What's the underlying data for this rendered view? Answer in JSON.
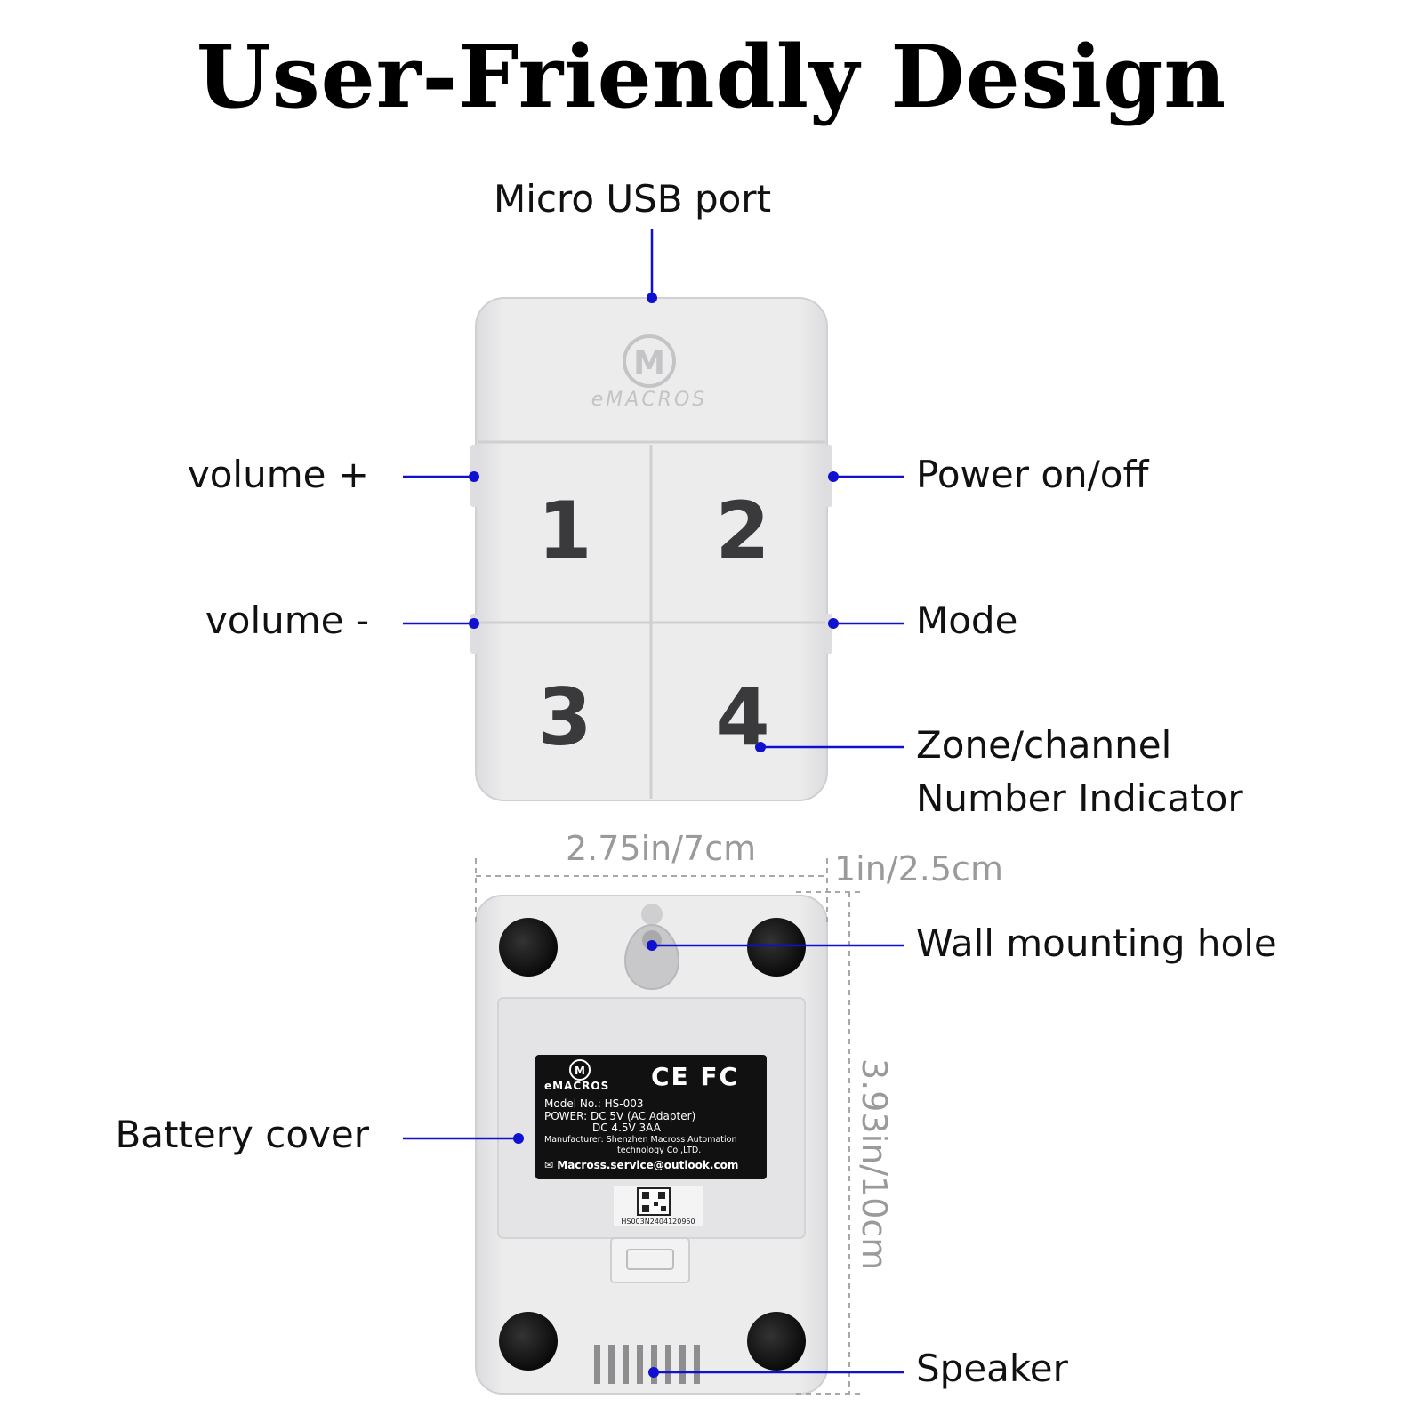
{
  "title": "User-Friendly Design",
  "brand": {
    "name": "eMACROS",
    "logo_letter": "M"
  },
  "front_panel": {
    "buttons": [
      "1",
      "2",
      "3",
      "4"
    ]
  },
  "callouts": {
    "micro_usb": "Micro USB port",
    "volume_up": "volume +",
    "volume_down": "volume -",
    "power": "Power on/off",
    "mode": "Mode",
    "zone_line1": "Zone/channel",
    "zone_line2": "Number Indicator",
    "wall_hole": "Wall mounting hole",
    "battery_cover": "Battery cover",
    "speaker": "Speaker"
  },
  "dimensions": {
    "width": "2.75in/7cm",
    "depth": "1in/2.5cm",
    "height": "3.93in/10cm"
  },
  "label_plate": {
    "model": "Model No.: HS-003",
    "power1": "POWER: DC 5V (AC Adapter)",
    "power2": "DC 4.5V 3AA",
    "manufacturer1": "Manufacturer: Shenzhen Macross Automation",
    "manufacturer2": "technology Co.,LTD.",
    "email": "Macross.service@outlook.com",
    "cert_marks": "CE FC",
    "serial": "HS003N2404120950"
  },
  "colors": {
    "callout_line": "#1010d0",
    "device_body": "#e9e9ea",
    "device_edge": "#d6d6d8",
    "label_plate": "#111111"
  }
}
